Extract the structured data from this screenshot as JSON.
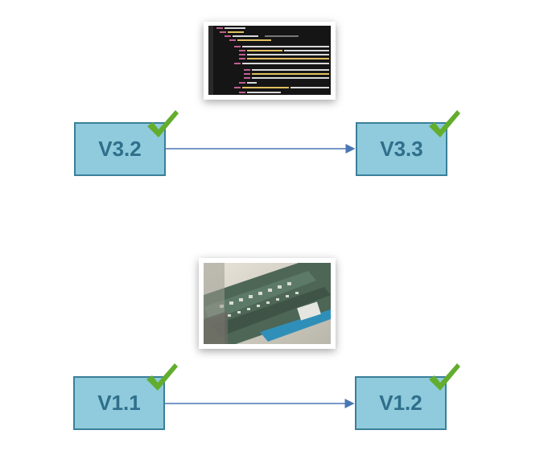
{
  "diagram": {
    "top_row": {
      "from_version": "V3.2",
      "to_version": "V3.3"
    },
    "bottom_row": {
      "from_version": "V1.1",
      "to_version": "V1.2"
    }
  },
  "icons": {
    "check": "checkmark-icon",
    "code_image": "source-code-image",
    "board_image": "circuit-board-image"
  },
  "colors": {
    "box_fill": "#8fcbdc",
    "box_border": "#3a7f99",
    "box_text": "#2f6f8c",
    "arrow": "#4a77b4",
    "check": "#63ad2e"
  }
}
